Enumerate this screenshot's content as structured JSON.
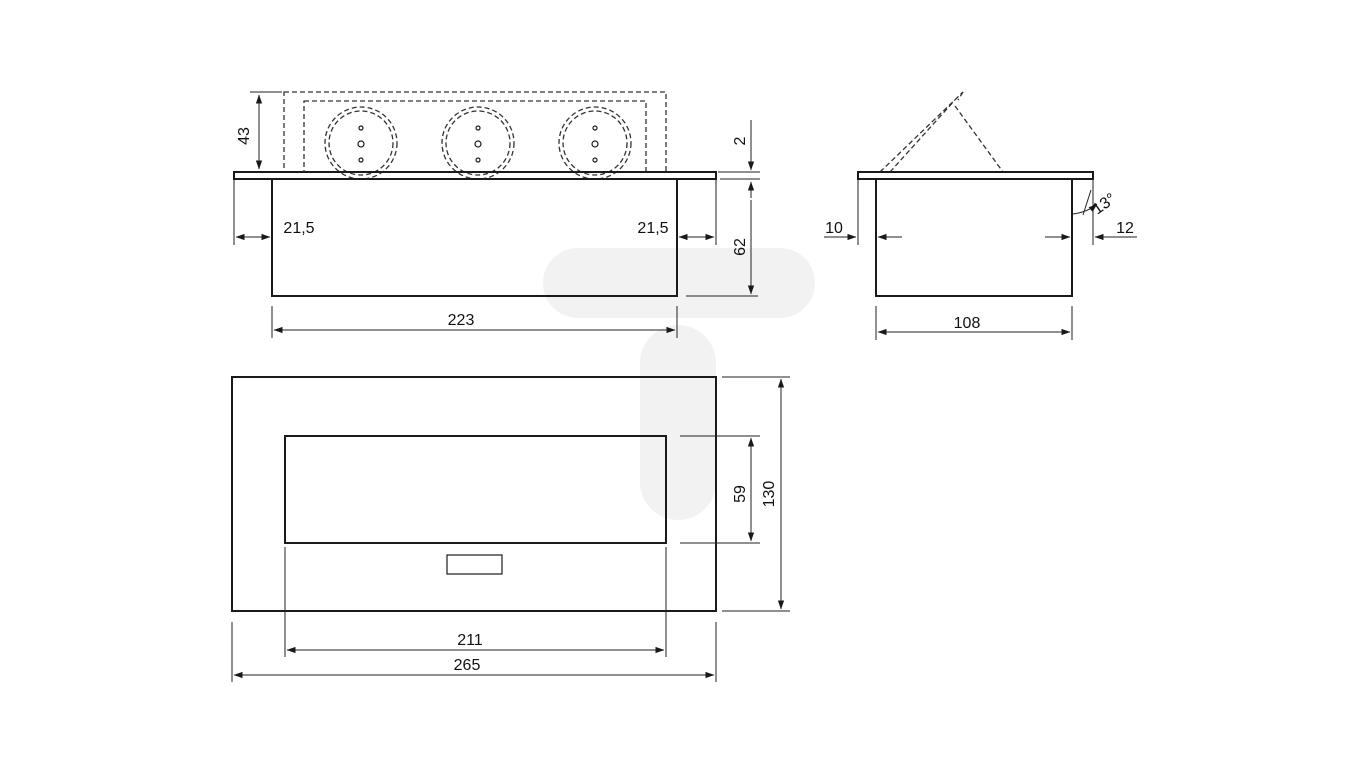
{
  "dimensions": {
    "pop_height": "43",
    "lid_thickness": "2",
    "left_offset": "21,5",
    "right_offset": "21,5",
    "body_depth": "62",
    "body_width": "223",
    "side_left_offset": "10",
    "side_right_offset": "12",
    "tilt_angle": "13°",
    "side_width": "108",
    "opening_height": "59",
    "outer_height": "130",
    "opening_width": "211",
    "outer_width": "265"
  },
  "sockets": [
    "socket-1",
    "socket-2",
    "socket-3"
  ]
}
